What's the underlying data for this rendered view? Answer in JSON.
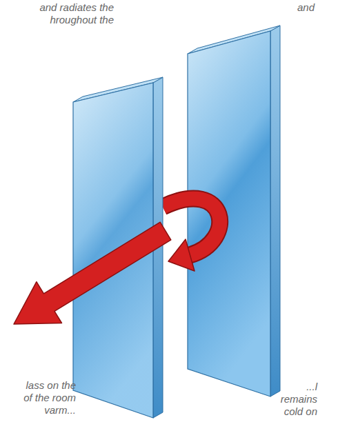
{
  "diagram": {
    "labels": [
      "and radiates the hroughout the",
      "and",
      "lass on the of the room varm...",
      "...l remains cold on"
    ]
  }
}
